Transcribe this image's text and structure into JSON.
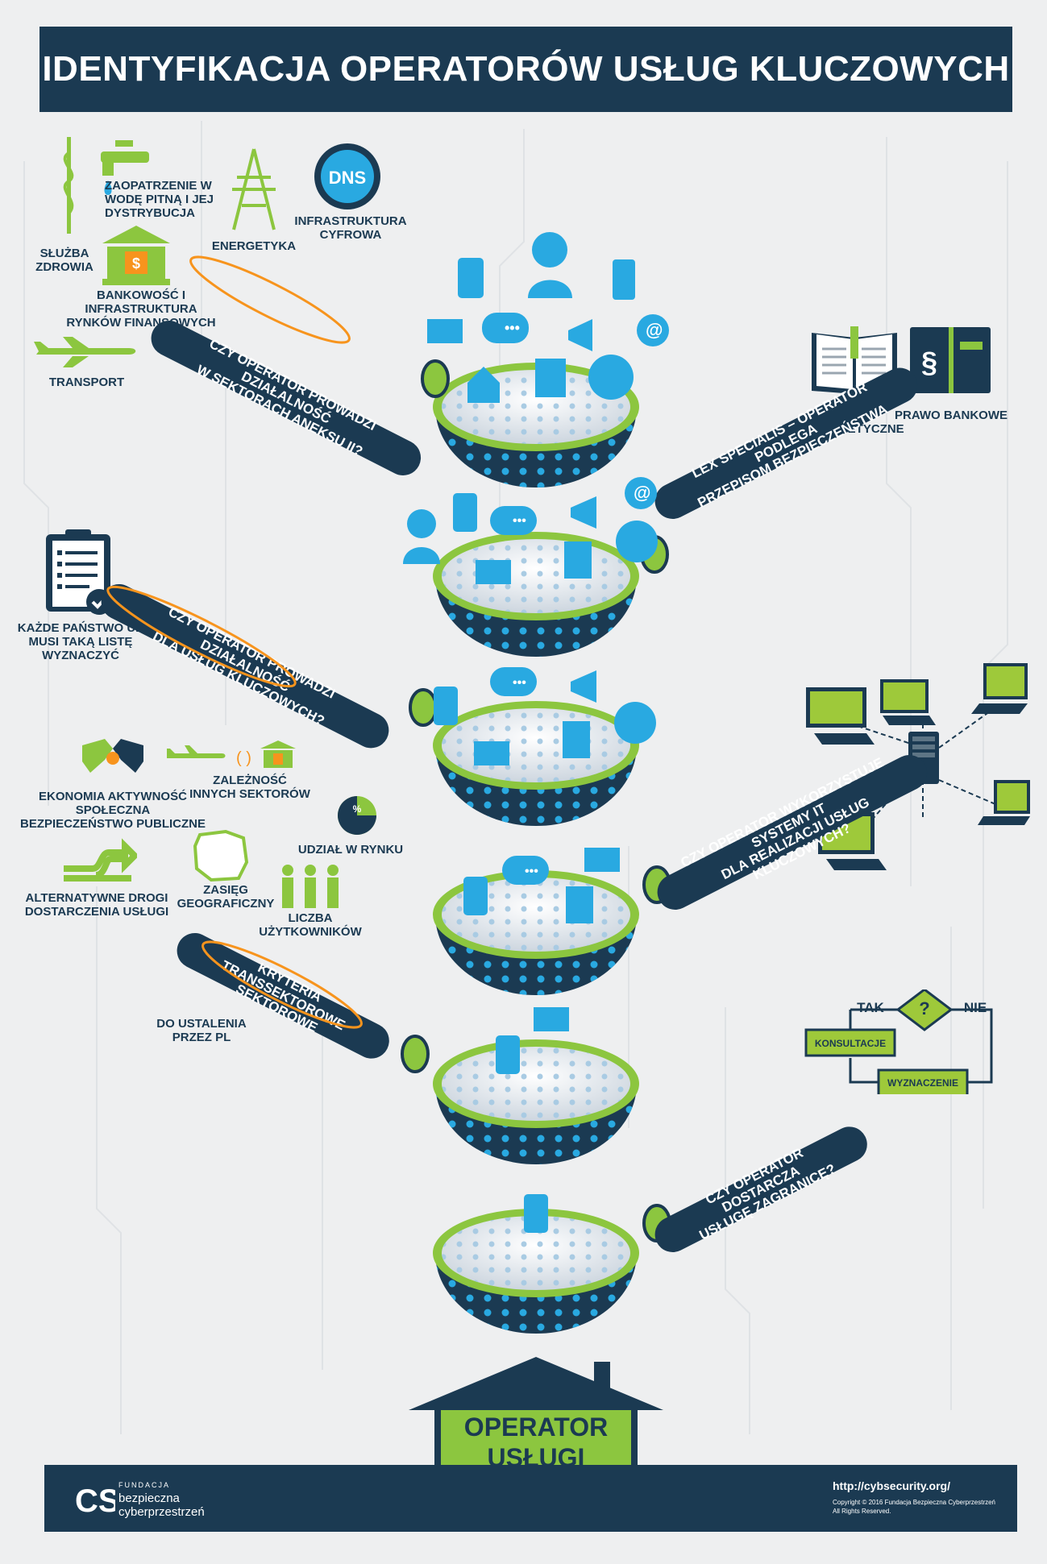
{
  "title": "IDENTYFIKACJA OPERATORÓW USŁUG KLUCZOWYCH",
  "sectors": {
    "health": "SŁUŻBA ZDROWIA",
    "water": "ZAOPATRZENIE W WODĘ PITNĄ I JEJ DYSTRYBUCJA",
    "energy": "ENERGETYKA",
    "dns_icon": "DNS",
    "digital": "INFRASTRUKTURA CYFROWA",
    "banking": "BANKOWOŚĆ I INFRASTRUKTURA RYNKÓW FINANSOWYCH",
    "transport": "TRANSPORT"
  },
  "questions": {
    "q1": "CZY OPERATOR PROWADZI DZIAŁALNOŚĆ\nW SEKTORACH ANEKSU II?",
    "q2": "LEX SPECIALIS – OPERATOR PODLEGA\nPRZEPISOM BEZPIECZEŃSTWA",
    "q3": "CZY OPERATOR PROWADZI DZIAŁALNOŚĆ\nDLA USŁUG KLUCZOWYCH?",
    "q4": "CZY OPERATOR WYKORZYSTUJE SYSTEMY IT\nDLA REALIZACJI USŁUG KLUCZOWYCH?",
    "q5": "KRYTERIA TRANSSEKTOROWE\nSEKTOROWE",
    "q6": "CZY OPERATOR DOSTARCZA\nUSŁUGĘ ZAGRANICĘ?"
  },
  "laws": {
    "energy_law": "PRAWO ENERGETYCZNE",
    "bank_law": "PRAWO BANKOWE",
    "paragraph": "§"
  },
  "list_note": "KAŻDE PAŃSTWO UE MUSI TAKĄ LISTĘ WYZNACZYĆ",
  "criteria": {
    "economy": "EKONOMIA AKTYWNOŚĆ SPOŁECZNA BEZPIECZEŃSTWO PUBLICZNE",
    "dependency": "ZALEŻNOŚĆ INNYCH SEKTORÓW",
    "market_share": "UDZIAŁ W RYNKU",
    "percent": "%",
    "alt_routes": "ALTERNATYWNE DROGI DOSTARCZENIA USŁUGI",
    "geo": "ZASIĘG GEOGRAFICZNY",
    "users": "LICZBA UŻYTKOWNIKÓW",
    "to_set": "DO USTALENIA PRZEZ PL"
  },
  "flow": {
    "yes": "TAK",
    "no": "NIE",
    "q": "?",
    "consult": "KONSULTACJE",
    "designate": "WYZNACZENIE"
  },
  "result": "OPERATOR USŁUGI KLUCZOWEJ",
  "footer": {
    "org_small": "FUNDACJA",
    "org_line1": "bezpieczna",
    "org_line2": "cyberprzestrzeń",
    "url": "http://cybsecurity.org/",
    "copyright": "Copyright © 2016 Fundacja Bezpieczna Cyberprzestrzeń",
    "rights": "All Rights Reserved."
  },
  "colors": {
    "navy": "#1b3a52",
    "green": "#8cc63f",
    "blue": "#29a9e1",
    "orange": "#f7941d"
  }
}
